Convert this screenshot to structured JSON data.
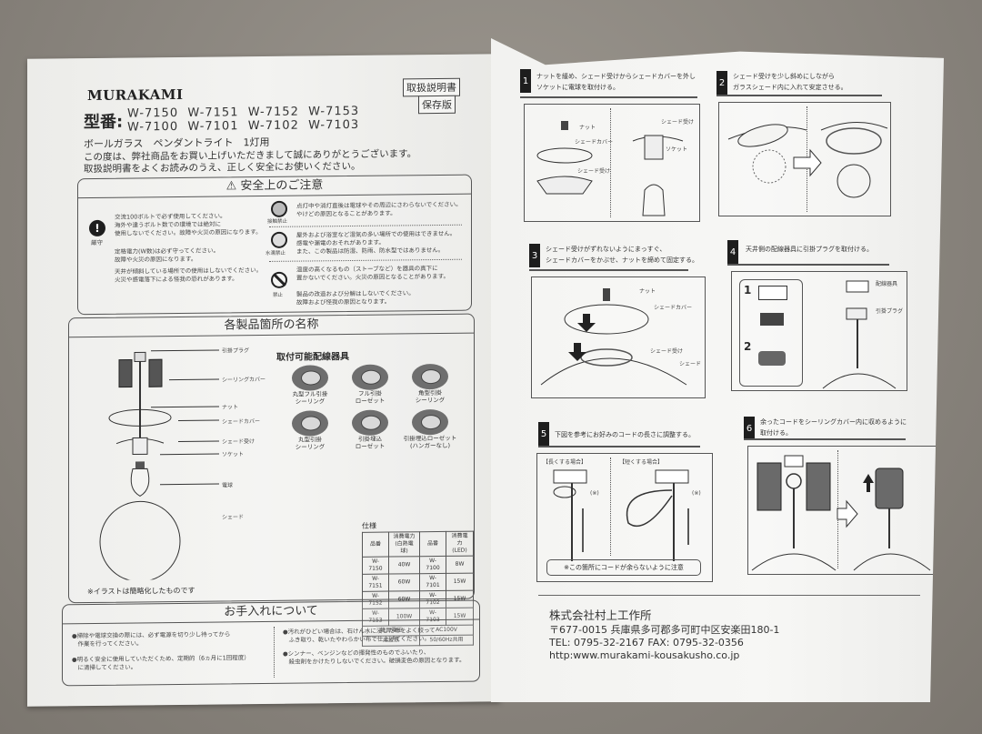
{
  "document": {
    "brand": "MURAKAMI",
    "stamps": [
      "取扱説明書",
      "保存版"
    ],
    "model_label": "型番:",
    "models_row1": "W-7150  W-7151  W-7152  W-7153",
    "models_row2": "W-7100  W-7101  W-7102  W-7103",
    "subtitle": "ボールガラス　ペンダントライト　1灯用",
    "intro_line1": "この度は、弊社商品をお買い上げいただきまして誠にありがとうございます。",
    "intro_line2": "取扱説明書をよくお読みのうえ、正しく安全にお使いください。"
  },
  "safety": {
    "title": "⚠ 安全上のご注意",
    "left_icon_label": "厳守",
    "left_items": [
      "交流100ボルトで必ず使用してください。\n海外や違うボルト数での環境では絶対に\n使用しないでください。故障や火災の原因になります。",
      "定格電力(W数)は必ず守ってください。\n故障や火災の原因になります。",
      "天井が傾斜している場所での使用はしないでください。\n火災や感電落下による怪我の恐れがあります。"
    ],
    "right_items": [
      {
        "icon_label": "接触禁止",
        "text": "点灯中や消灯直後は電球やその周辺にさわらないでください。\nやけどの原因となることがあります。"
      },
      {
        "icon_label": "水濡禁止",
        "text": "屋外および浴室など湿気の多い場所での使用はできません。\n感電や漏電のおそれがあります。\nまた、この製品は防湿、防雨、防水型ではありません。"
      },
      {
        "icon_label": "禁止",
        "text": "温度の高くなるもの（ストーブなど）を器具の真下に\n置かないでください。火災の原因となることがあります。\n\n製品の改造および分解はしないでください。\n故障および怪我の原因となります。"
      }
    ]
  },
  "parts": {
    "title": "各製品箇所の名称",
    "labels": [
      "引掛プラグ",
      "シーリングカバー",
      "ナット",
      "シェードカバー",
      "シェード受け",
      "ソケット",
      "電球",
      "シェード"
    ],
    "note": "※イラストは簡略化したものです",
    "fixtures_title": "取付可能配線器具",
    "fixtures": [
      "丸型フル引掛\nシーリング",
      "フル引掛\nローゼット",
      "角型引掛\nシーリング",
      "丸型引掛\nシーリング",
      "引掛埋込\nローゼット",
      "引掛埋込ローゼット\n(ハンガーなし)"
    ]
  },
  "spec": {
    "title": "仕様",
    "headers": [
      "品番",
      "消費電力\n(白熱電球)",
      "品番",
      "消費電力\n(LED)"
    ],
    "rows": [
      [
        "W-7150",
        "40W",
        "W-7100",
        "8W"
      ],
      [
        "W-7151",
        "60W",
        "W-7101",
        "15W"
      ],
      [
        "W-7152",
        "60W",
        "W-7102",
        "15W"
      ],
      [
        "W-7153",
        "100W",
        "W-7103",
        "15W"
      ]
    ],
    "voltage_label": "使用電圧",
    "voltage_value": "AC100V",
    "frequency_label": "周波数",
    "frequency_value": "50/60Hz共用"
  },
  "care": {
    "title": "お手入れについて",
    "left_items": [
      "●掃除や電球交換の際には、必ず電源を切り少し待ってから\n　作業を行ってください。",
      "●明るく安全に使用していただくため、定期的（6ヵ月に1回程度）\n　に清掃してください。"
    ],
    "right_items": [
      "●汚れがひどい場合は、石けん水に浸した布をよく絞って\n　ふき取り、乾いたやわらかい布で仕上げてください。",
      "●シンナー、ベンジンなどの揮発性のものでふいたり、\n　殺虫剤をかけたりしないでください。破損変色の原因となります。"
    ]
  },
  "steps": [
    {
      "no": "1",
      "text": "ナットを緩め、シェード受けからシェードカバーを外し\nソケットに電球を取付ける。",
      "labels": [
        "ナット",
        "シェードカバー",
        "シェード受け",
        "シェード受け",
        "ソケット"
      ]
    },
    {
      "no": "2",
      "text": "シェード受けを少し斜めにしながら\nガラスシェード内に入れて安定させる。",
      "labels": []
    },
    {
      "no": "3",
      "text": "シェード受けがずれないようにまっすぐ、\nシェードカバーをかぶせ、ナットを締めて固定する。",
      "labels": [
        "ナット",
        "シェードカバー",
        "シェード受け",
        "シェード"
      ]
    },
    {
      "no": "4",
      "text": "天井側の配線器具に引掛プラグを取付ける。",
      "labels": [
        "配線器具",
        "引掛プラグ",
        "1",
        "2"
      ]
    },
    {
      "no": "5",
      "text": "下図を参考にお好みのコードの長さに調整する。",
      "labels": [
        "【長くする場合】",
        "【短くする場合】",
        "(※)",
        "(※)"
      ],
      "note": "※この箇所にコードが余らないように注意"
    },
    {
      "no": "6",
      "text": "余ったコードをシーリングカバー内に収めるように\n取付ける。",
      "labels": []
    }
  ],
  "company": {
    "name": "株式会社村上工作所",
    "address": "〒677-0015 兵庫県多可郡多可町中区安楽田180-1",
    "phone": "TEL: 0795-32-2167  FAX: 0795-32-0356",
    "url": "http:www.murakami-kousakusho.co.jp"
  }
}
